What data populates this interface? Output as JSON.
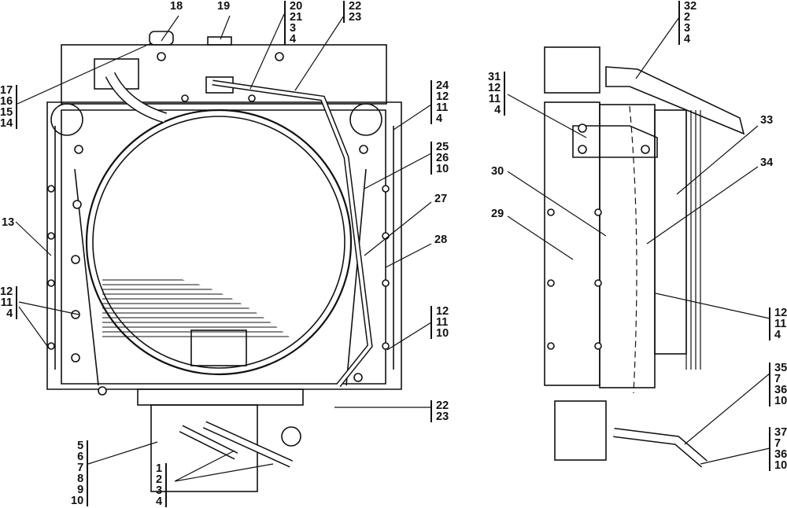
{
  "title": "Radiator assembly exploded parts diagram",
  "callouts": {
    "c18": [
      "18"
    ],
    "c19": [
      "19"
    ],
    "c20": [
      "20",
      "21",
      "3",
      "4"
    ],
    "c22top": [
      "22",
      "23"
    ],
    "c17": [
      "17",
      "16",
      "15",
      "14"
    ],
    "c24": [
      "24",
      "12",
      "11",
      "4"
    ],
    "c25": [
      "25",
      "26",
      "10"
    ],
    "c27": [
      "27"
    ],
    "c28": [
      "28"
    ],
    "c13": [
      "13"
    ],
    "c12left": [
      "12",
      "11",
      "4"
    ],
    "c12right": [
      "12",
      "11",
      "10"
    ],
    "c22bot": [
      "22",
      "23"
    ],
    "c5": [
      "5",
      "6",
      "7",
      "8",
      "9",
      "10"
    ],
    "c1": [
      "1",
      "2",
      "3",
      "4"
    ],
    "c32": [
      "32",
      "2",
      "3",
      "4"
    ],
    "c31": [
      "31",
      "12",
      "11",
      "4"
    ],
    "c33": [
      "33"
    ],
    "c34": [
      "34"
    ],
    "c30": [
      "30"
    ],
    "c29": [
      "29"
    ],
    "c12side": [
      "12",
      "11",
      "4"
    ],
    "c35": [
      "35",
      "7",
      "36",
      "10"
    ],
    "c37": [
      "37",
      "7",
      "36",
      "10"
    ]
  }
}
